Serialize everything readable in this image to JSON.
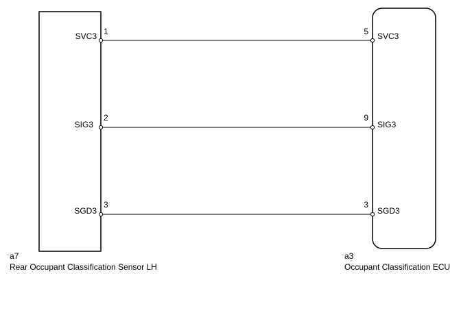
{
  "left_component": {
    "code": "a7",
    "name": "Rear Occupant Classification Sensor LH"
  },
  "right_component": {
    "code": "a3",
    "name": "Occupant Classification ECU"
  },
  "wires": [
    {
      "left_pin": "1",
      "left_label": "SVC3",
      "right_pin": "5",
      "right_label": "SVC3"
    },
    {
      "left_pin": "2",
      "left_label": "SIG3",
      "right_pin": "9",
      "right_label": "SIG3"
    },
    {
      "left_pin": "3",
      "left_label": "SGD3",
      "right_pin": "3",
      "right_label": "SGD3"
    }
  ]
}
